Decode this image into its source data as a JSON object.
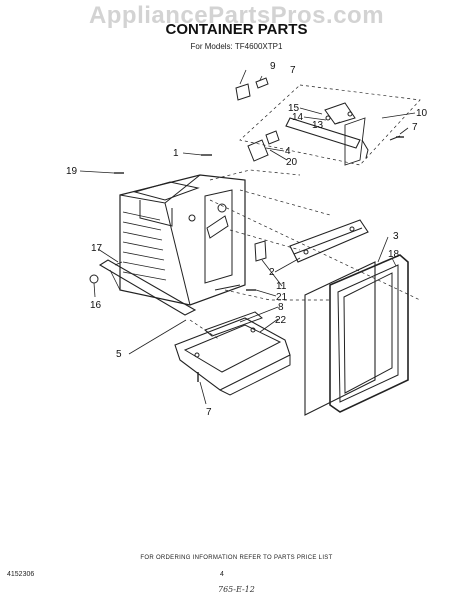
{
  "watermark": "AppliancePartsPros.com",
  "title": "CONTAINER PARTS",
  "subtitle": "For Models: TF4600XTP1",
  "callouts": [
    "9",
    "7",
    "15",
    "14",
    "13",
    "10",
    "7",
    "1",
    "4",
    "20",
    "19",
    "17",
    "16",
    "2",
    "11",
    "21",
    "8",
    "22",
    "5",
    "7",
    "3",
    "18"
  ],
  "footer": {
    "note": "FOR ORDERING INFORMATION REFER TO PARTS PRICE LIST",
    "doc_number": "4152306",
    "page_number": "4",
    "handwritten": "765-E-12"
  }
}
